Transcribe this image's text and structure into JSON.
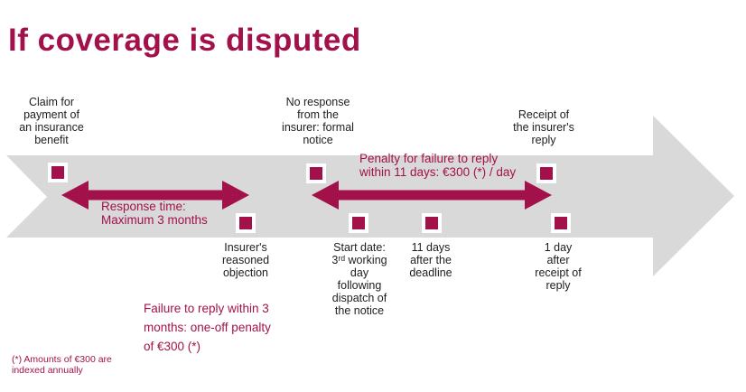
{
  "slide": {
    "title": "If coverage is disputed"
  },
  "colors": {
    "accent": "#A2114A",
    "arrow_gray": "#D9D9D9",
    "text": "#1D1D1B"
  },
  "timeline": {
    "top_events": [
      "Claim for\npayment of\nan insurance\nbenefit",
      "No response\nfrom the\ninsurer: formal\nnotice",
      "Receipt of\nthe insurer's\nreply"
    ],
    "bottom_events": [
      "Insurer's\nreasoned\nobjection",
      "Start date:\n3ʳᵈ working\nday\nfollowing\ndispatch of\nthe notice",
      "11 days\nafter the\ndeadline",
      "1 day\nafter\nreceipt of\nreply"
    ],
    "annotations": {
      "response_time": "Response time:\nMaximum 3 months",
      "daily_penalty": "Penalty for failure to reply\nwithin 11 days: €300 (*) / day",
      "one_off_penalty": "Failure to reply within 3\nmonths: one-off penalty\nof €300 (*)"
    },
    "footnote": "(*) Amounts of €300 are\nindexed annually"
  }
}
